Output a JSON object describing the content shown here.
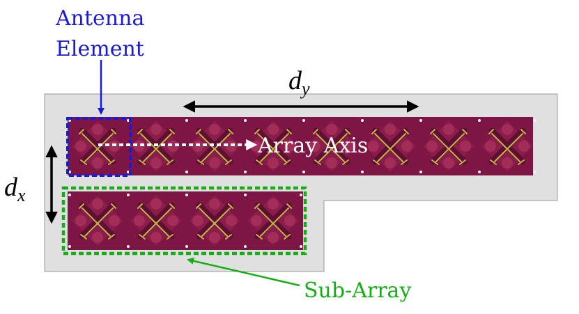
{
  "colors": {
    "background": "#ffffff",
    "board": "#e0e0e0",
    "board_edge": "#9a9a9a",
    "pcb": "#7d1545",
    "pcb_dark": "#5e0f33",
    "patch": "#96244f",
    "patch_light": "#a8325c",
    "trace": "#c9b54a",
    "via": "#f2f2f2",
    "antenna_label": "#1a1ad8",
    "subarray_label": "#12b012",
    "arrow_black": "#000000",
    "axis_label": "#ffffff"
  },
  "labels": {
    "antenna_element_line1": "Antenna",
    "antenna_element_line2": "Element",
    "sub_array": "Sub-Array",
    "array_axis": "Array Axis",
    "dy_base": "d",
    "dy_sub": "y",
    "dx_base": "d",
    "dx_sub": "x"
  },
  "arrays": {
    "top_row_elements": 8,
    "bottom_row_elements": 4
  }
}
